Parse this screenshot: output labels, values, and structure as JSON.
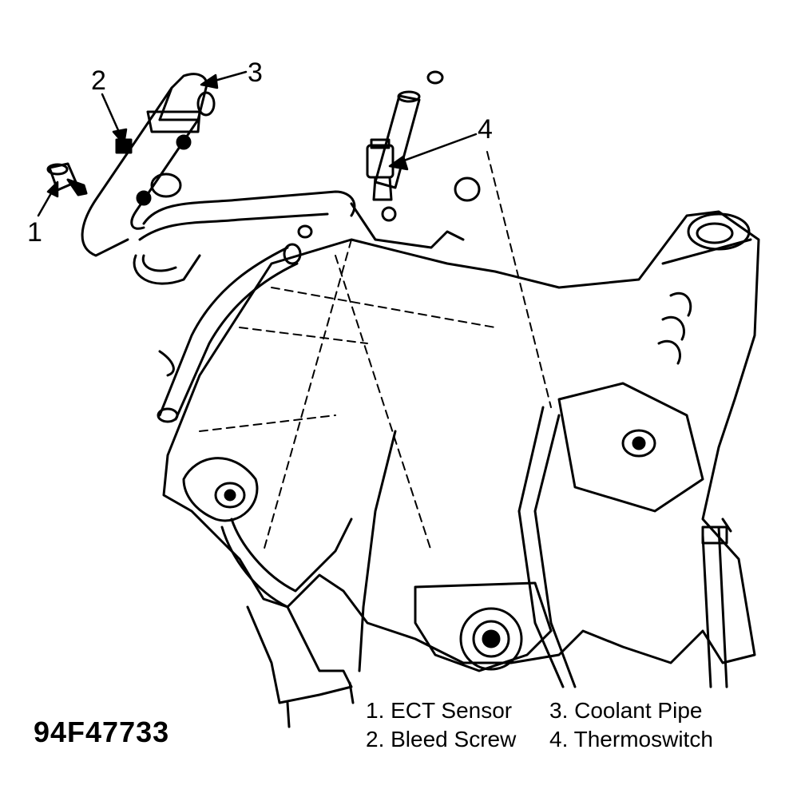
{
  "callouts": [
    {
      "num": "1",
      "label": "ECT Sensor"
    },
    {
      "num": "2",
      "label": "Bleed Screw"
    },
    {
      "num": "3",
      "label": "Coolant Pipe"
    },
    {
      "num": "4",
      "label": "Thermoswitch"
    }
  ],
  "legend": {
    "row1_left": "1. ECT Sensor",
    "row1_right": "3. Coolant Pipe",
    "row2_left": "2. Bleed Screw",
    "row2_right": "4. Thermoswitch"
  },
  "figure_id": "94F47733"
}
